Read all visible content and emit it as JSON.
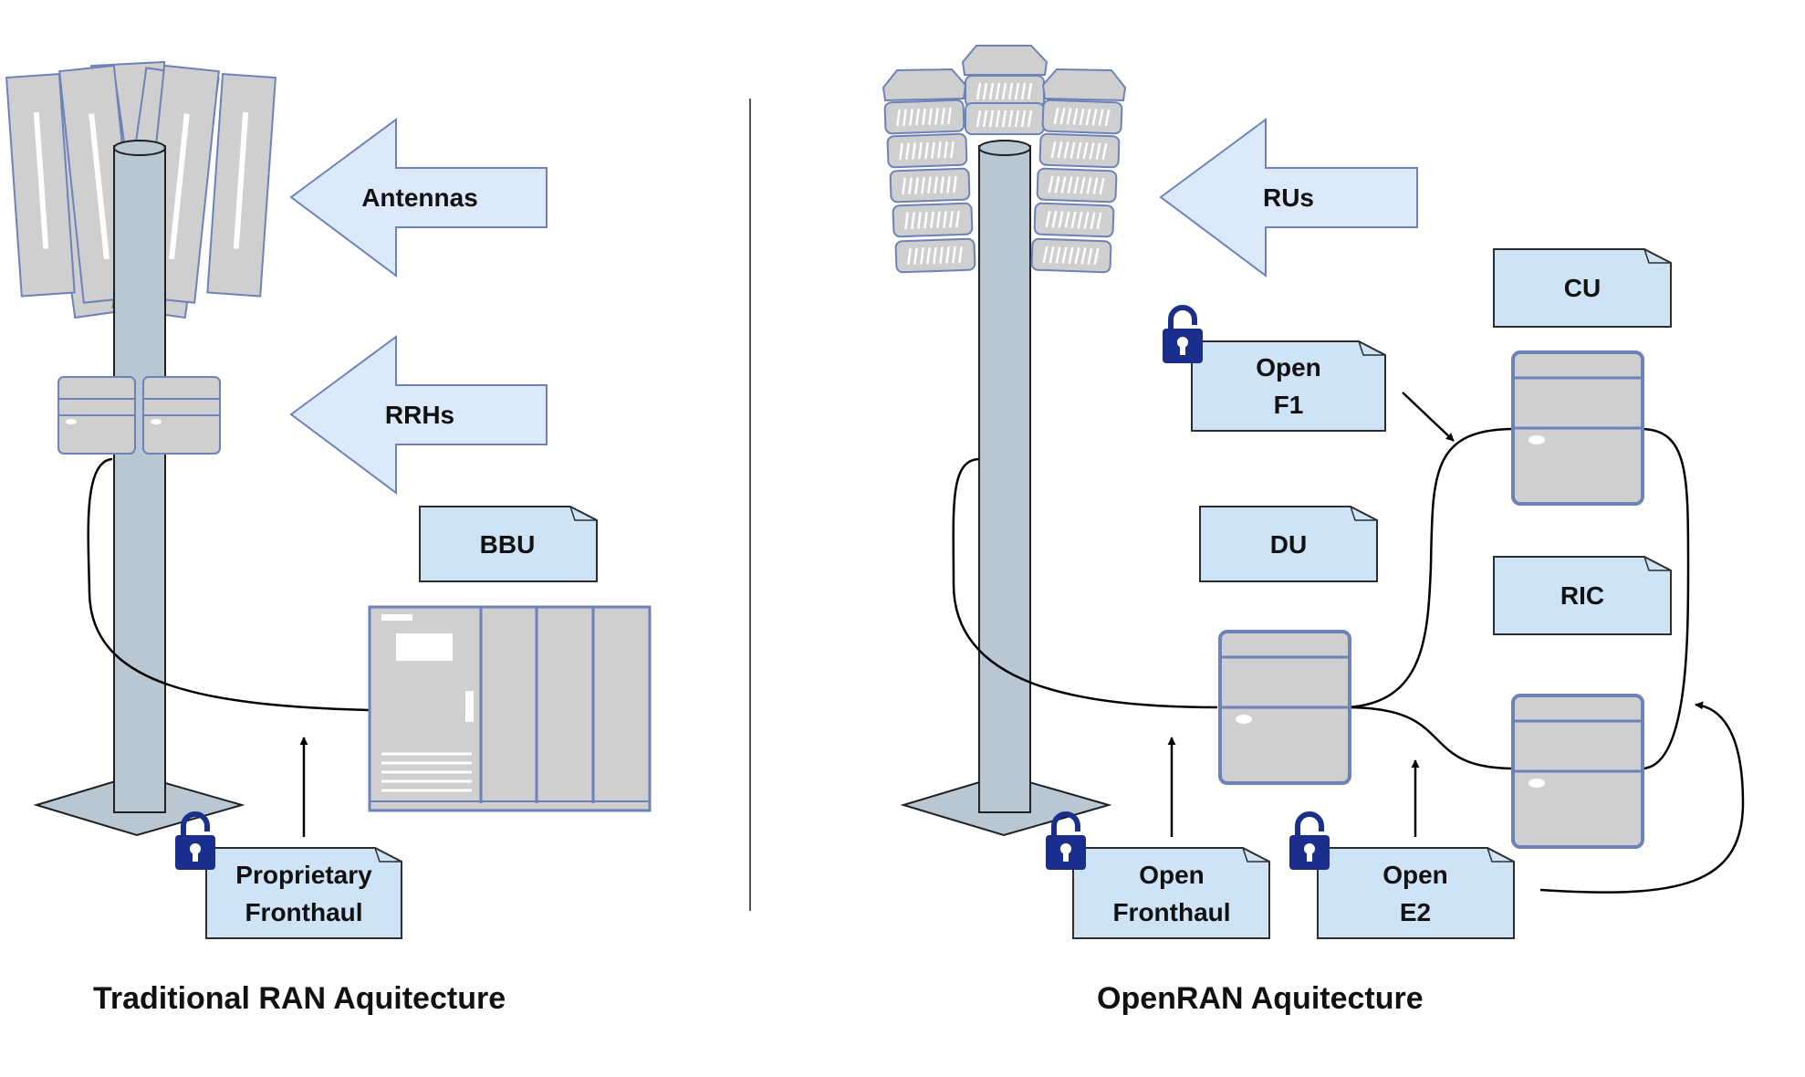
{
  "colors": {
    "pole": "#b9c7d3",
    "pole_stroke": "#202020",
    "antenna": "#cfcfcf",
    "frame": "#6d82b8",
    "note_fill": "#cfe3f7",
    "arrow_fill": "#dbe9fa",
    "lock": "#1a2f8c"
  },
  "traditional": {
    "caption": "Traditional RAN Aquitecture",
    "arrow_antennas": "Antennas",
    "arrow_rrhs": "RRHs",
    "note_bbu": "BBU",
    "note_fronthaul": [
      "Proprietary",
      "Fronthaul"
    ]
  },
  "openran": {
    "caption": "OpenRAN Aquitecture",
    "arrow_rus": "RUs",
    "note_cu": "CU",
    "note_du": "DU",
    "note_ric": "RIC",
    "note_f1": [
      "Open",
      "F1"
    ],
    "note_fronthaul": [
      "Open",
      "Fronthaul"
    ],
    "note_e2": [
      "Open",
      "E2"
    ]
  }
}
